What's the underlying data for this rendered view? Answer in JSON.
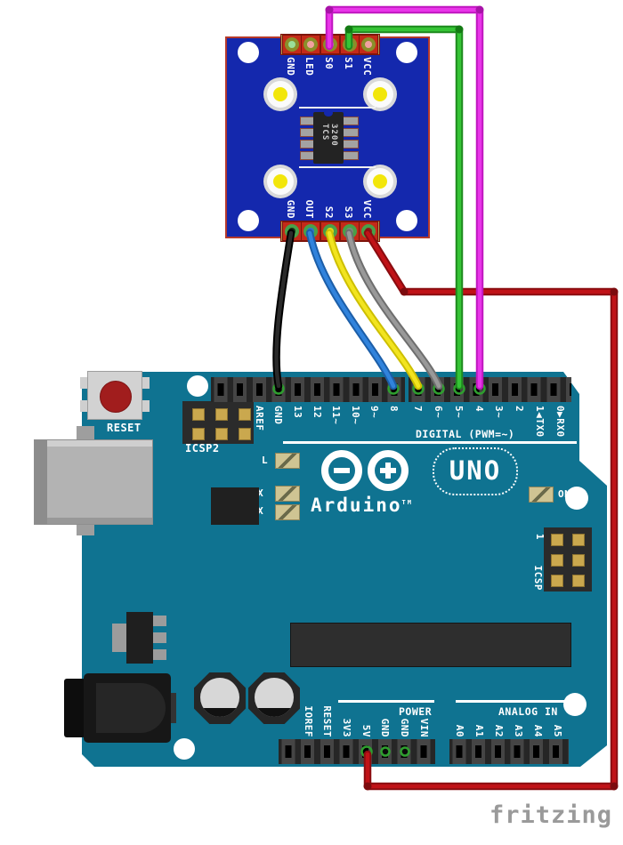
{
  "colors": {
    "arduino_board": "#0f7391",
    "sensor_board": "#1428ad",
    "wire_magenta": "#e935e9",
    "wire_green": "#35c435",
    "wire_black": "#2a2a2a",
    "wire_blue": "#3183dc",
    "wire_yellow": "#f2e41f",
    "wire_gray": "#999999",
    "wire_red": "#c01217",
    "outline_magenta": "#bf17bf",
    "outline_green": "#1e8a1e",
    "outline_black": "#000000",
    "outline_blue": "#1c5ea8",
    "outline_yellow": "#cdbf00",
    "outline_gray": "#6e6e6e",
    "outline_red": "#8a0c10",
    "sensor_pin_top_centers": [
      "#9adf9a",
      "#f2a0a0",
      "#c95fc9",
      "#49c049",
      "#f2a0a0"
    ],
    "sensor_pin_bottom_centers": [
      "#173017",
      "#2f74cc",
      "#e0d41f",
      "#7a8a7a",
      "#8a1a1a"
    ]
  },
  "sensor": {
    "top_pins": [
      "GND",
      "LED",
      "S0",
      "S1",
      "VCC"
    ],
    "bottom_pins": [
      "GND",
      "OUT",
      "S2",
      "S3",
      "VCC"
    ],
    "chip_line1": "3200",
    "chip_line2": "TCS"
  },
  "arduino": {
    "reset_label": "RESET",
    "icsp2_label": "ICSP2",
    "icsp_label": "ICSP",
    "icsp_pin1": "1",
    "digital_caption": "DIGITAL (PWM=~)",
    "digital_left": [
      "AREF",
      "GND",
      "13",
      "12",
      "11~",
      "10~",
      "9~",
      "8"
    ],
    "digital_right": [
      "7",
      "6~",
      "5~",
      "4",
      "3~",
      "2",
      "1◀TX0",
      "0▶RX0"
    ],
    "led_l": "L",
    "led_tx": "TX",
    "led_rx": "RX",
    "led_on": "ON",
    "logo_text": "Arduino",
    "logo_tm": "TM",
    "uno_label": "UNO",
    "power_caption": "POWER",
    "analog_caption": "ANALOG IN",
    "power_pins": [
      "IOREF",
      "RESET",
      "3V3",
      "5V",
      "GND",
      "GND",
      "VIN"
    ],
    "analog_pins": [
      "A0",
      "A1",
      "A2",
      "A3",
      "A4",
      "A5"
    ]
  },
  "connections": [
    {
      "from": "sensor S0",
      "to": "digital 4",
      "color": "magenta"
    },
    {
      "from": "sensor S1",
      "to": "digital 5",
      "color": "green"
    },
    {
      "from": "sensor GND",
      "to": "digital GND",
      "color": "black"
    },
    {
      "from": "sensor OUT",
      "to": "digital 8",
      "color": "blue"
    },
    {
      "from": "sensor S2",
      "to": "digital 7",
      "color": "yellow"
    },
    {
      "from": "sensor S3",
      "to": "digital 6",
      "color": "gray"
    },
    {
      "from": "sensor VCC",
      "to": "power 5V",
      "color": "red"
    }
  ],
  "brand": "fritzing"
}
